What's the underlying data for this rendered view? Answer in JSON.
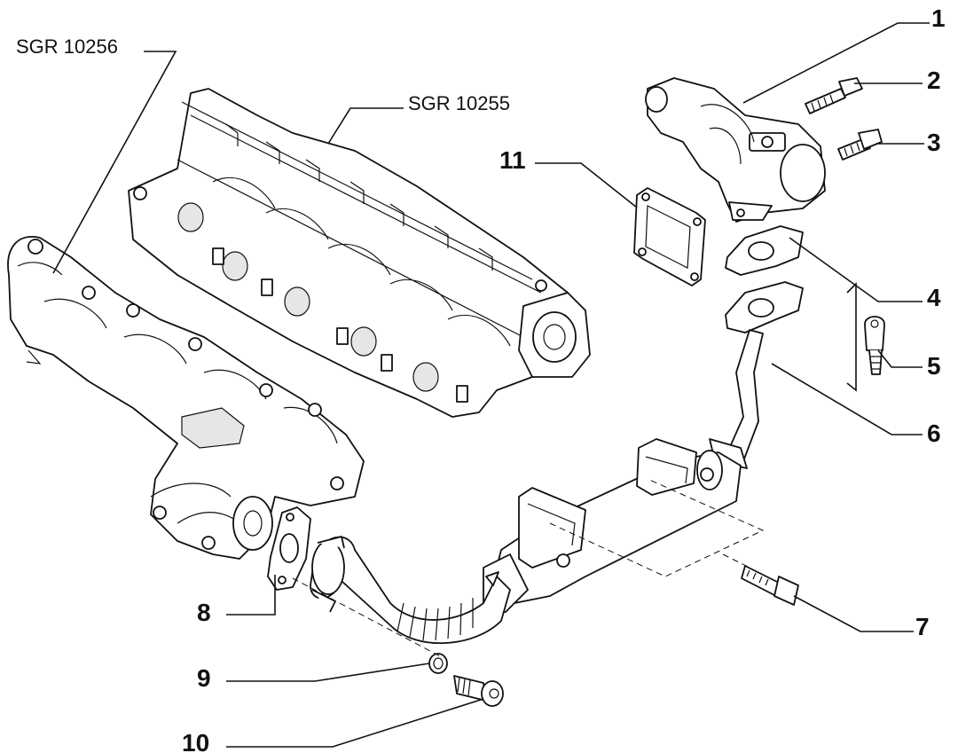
{
  "references": {
    "exhaust_manifold": "SGR 10256",
    "intake_manifold": "SGR 10255"
  },
  "callouts": [
    "1",
    "2",
    "3",
    "4",
    "5",
    "6",
    "7",
    "8",
    "9",
    "10",
    "11"
  ]
}
